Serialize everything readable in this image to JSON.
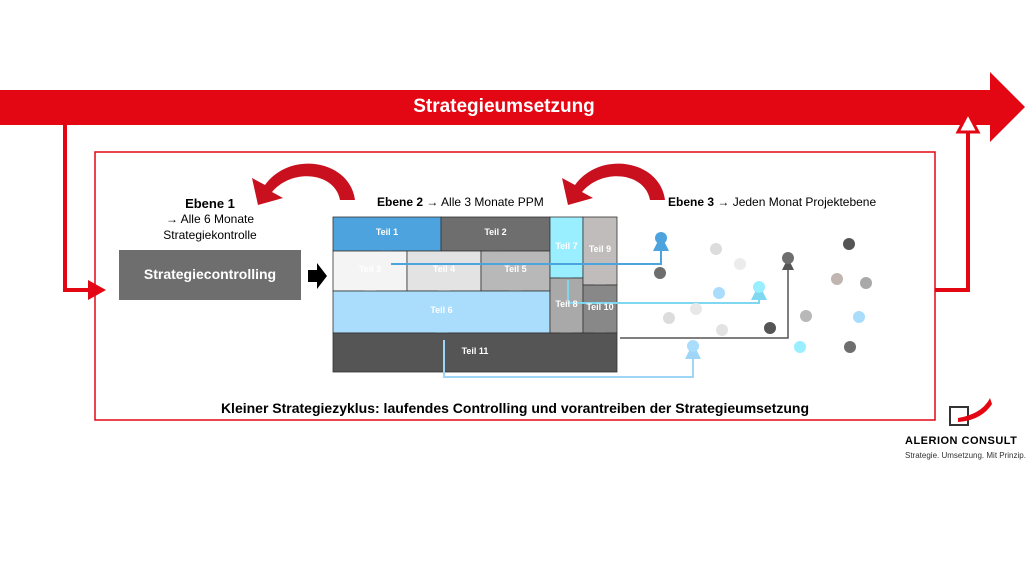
{
  "banner": {
    "title": "Strategieumsetzung",
    "color": "#e30613"
  },
  "ebene1": {
    "title": "Ebene 1",
    "line1": "→ Alle 6 Monate",
    "line2": "Strategiekontrolle"
  },
  "controlling_box": {
    "label": "Strategiecontrolling"
  },
  "ebene2": {
    "title": "Ebene 2",
    "desc": "→ Alle 3 Monate PPM"
  },
  "ebene3": {
    "title": "Ebene 3",
    "desc": "→ Jeden Monat Projektebene"
  },
  "pieces": [
    {
      "label": "Teil 1",
      "color": "#4da3dd"
    },
    {
      "label": "Teil 2",
      "color": "#6e6e6e"
    },
    {
      "label": "Teil 3",
      "color": "#f4f4f4"
    },
    {
      "label": "Teil 4",
      "color": "#e3e3e3"
    },
    {
      "label": "Teil 5",
      "color": "#b8b8b8"
    },
    {
      "label": "Teil 6",
      "color": "#aadcfc"
    },
    {
      "label": "Teil 7",
      "color": "#99eeff"
    },
    {
      "label": "Teil 8",
      "color": "#a9a9a9"
    },
    {
      "label": "Teil 9",
      "color": "#c0bcbc"
    },
    {
      "label": "Teil 10",
      "color": "#888888"
    },
    {
      "label": "Teil 11",
      "color": "#555555"
    }
  ],
  "caption": "Kleiner Strategiezyklus: laufendes Controlling und vorantreiben der Strategieumsetzung",
  "logo": {
    "name": "ALERION CONSULT",
    "tagline": "Strategie. Umsetzung. Mit Prinzip."
  }
}
